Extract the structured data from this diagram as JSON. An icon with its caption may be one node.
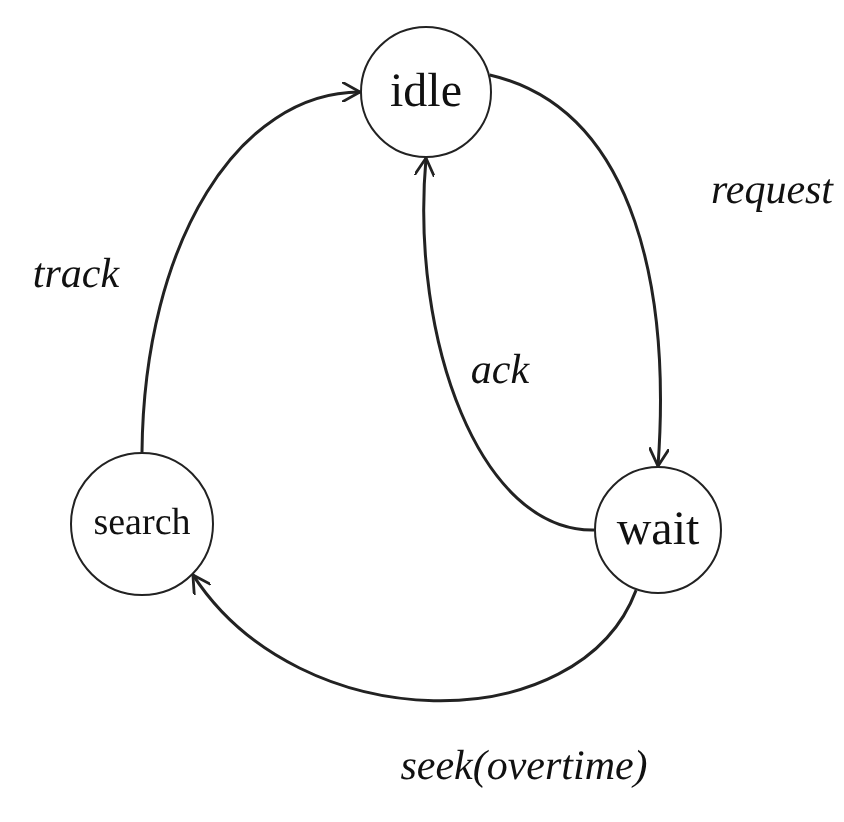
{
  "diagram": {
    "nodes": [
      {
        "text": [
          "idle"
        ]
      },
      {
        "text": [
          "search"
        ]
      },
      {
        "text": [
          "wait"
        ]
      }
    ],
    "edges": [
      {
        "from": 1,
        "to": 0,
        "arrow": "to",
        "label": "track"
      },
      {
        "from": 0,
        "to": 2,
        "arrow": "to",
        "label": "request"
      },
      {
        "from": 2,
        "to": 0,
        "arrow": "to",
        "label": "ack"
      },
      {
        "from": 2,
        "to": 1,
        "arrow": "to",
        "label": "seek(overtime)"
      }
    ]
  }
}
